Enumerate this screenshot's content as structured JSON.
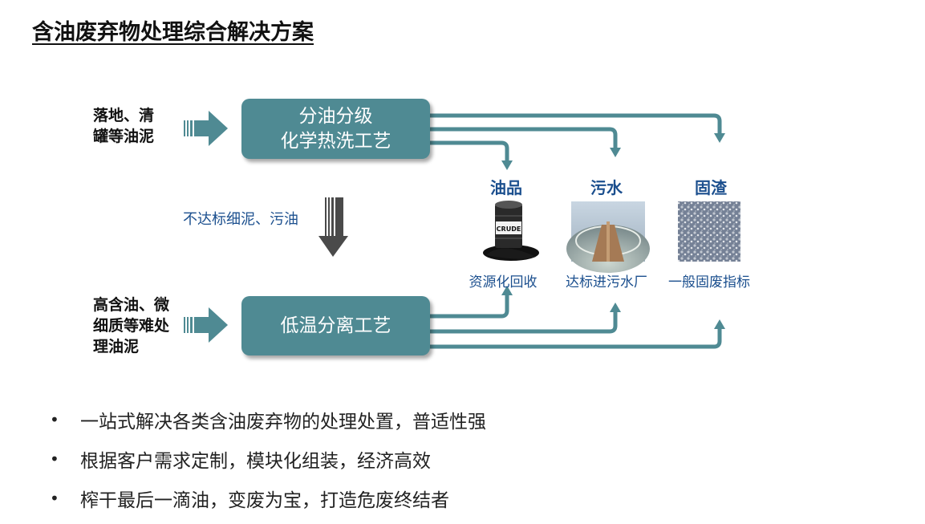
{
  "title": "含油废弃物处理综合解决方案",
  "inputs": {
    "top": [
      "落地、清",
      "罐等油泥"
    ],
    "bottom": [
      "高含油、微",
      "细质等难处",
      "理油泥"
    ]
  },
  "processes": {
    "top": [
      "分油分级",
      "化学热洗工艺"
    ],
    "bottom": "低温分离工艺"
  },
  "transfer_note": "不达标细泥、污油",
  "outputs": [
    {
      "title": "油品",
      "desc": "资源化回收",
      "icon": "crude-oil-barrel-image"
    },
    {
      "title": "污水",
      "desc": "达标进污水厂",
      "icon": "wastewater-tank-image"
    },
    {
      "title": "固渣",
      "desc": "一般固废指标",
      "icon": "solid-residue-image"
    }
  ],
  "barrel_label": "CRUDE",
  "bullets": [
    "一站式解决各类含油废弃物的处理处置，普适性强",
    "根据客户需求定制，模块化组装，经济高效",
    "榨干最后一滴油，变废为宝，打造危废终结者"
  ],
  "colors": {
    "process": "#4f8a93",
    "arrow": "#4f8a93",
    "label": "#1b4f8e",
    "down_arrow": "#4a4a4a"
  }
}
